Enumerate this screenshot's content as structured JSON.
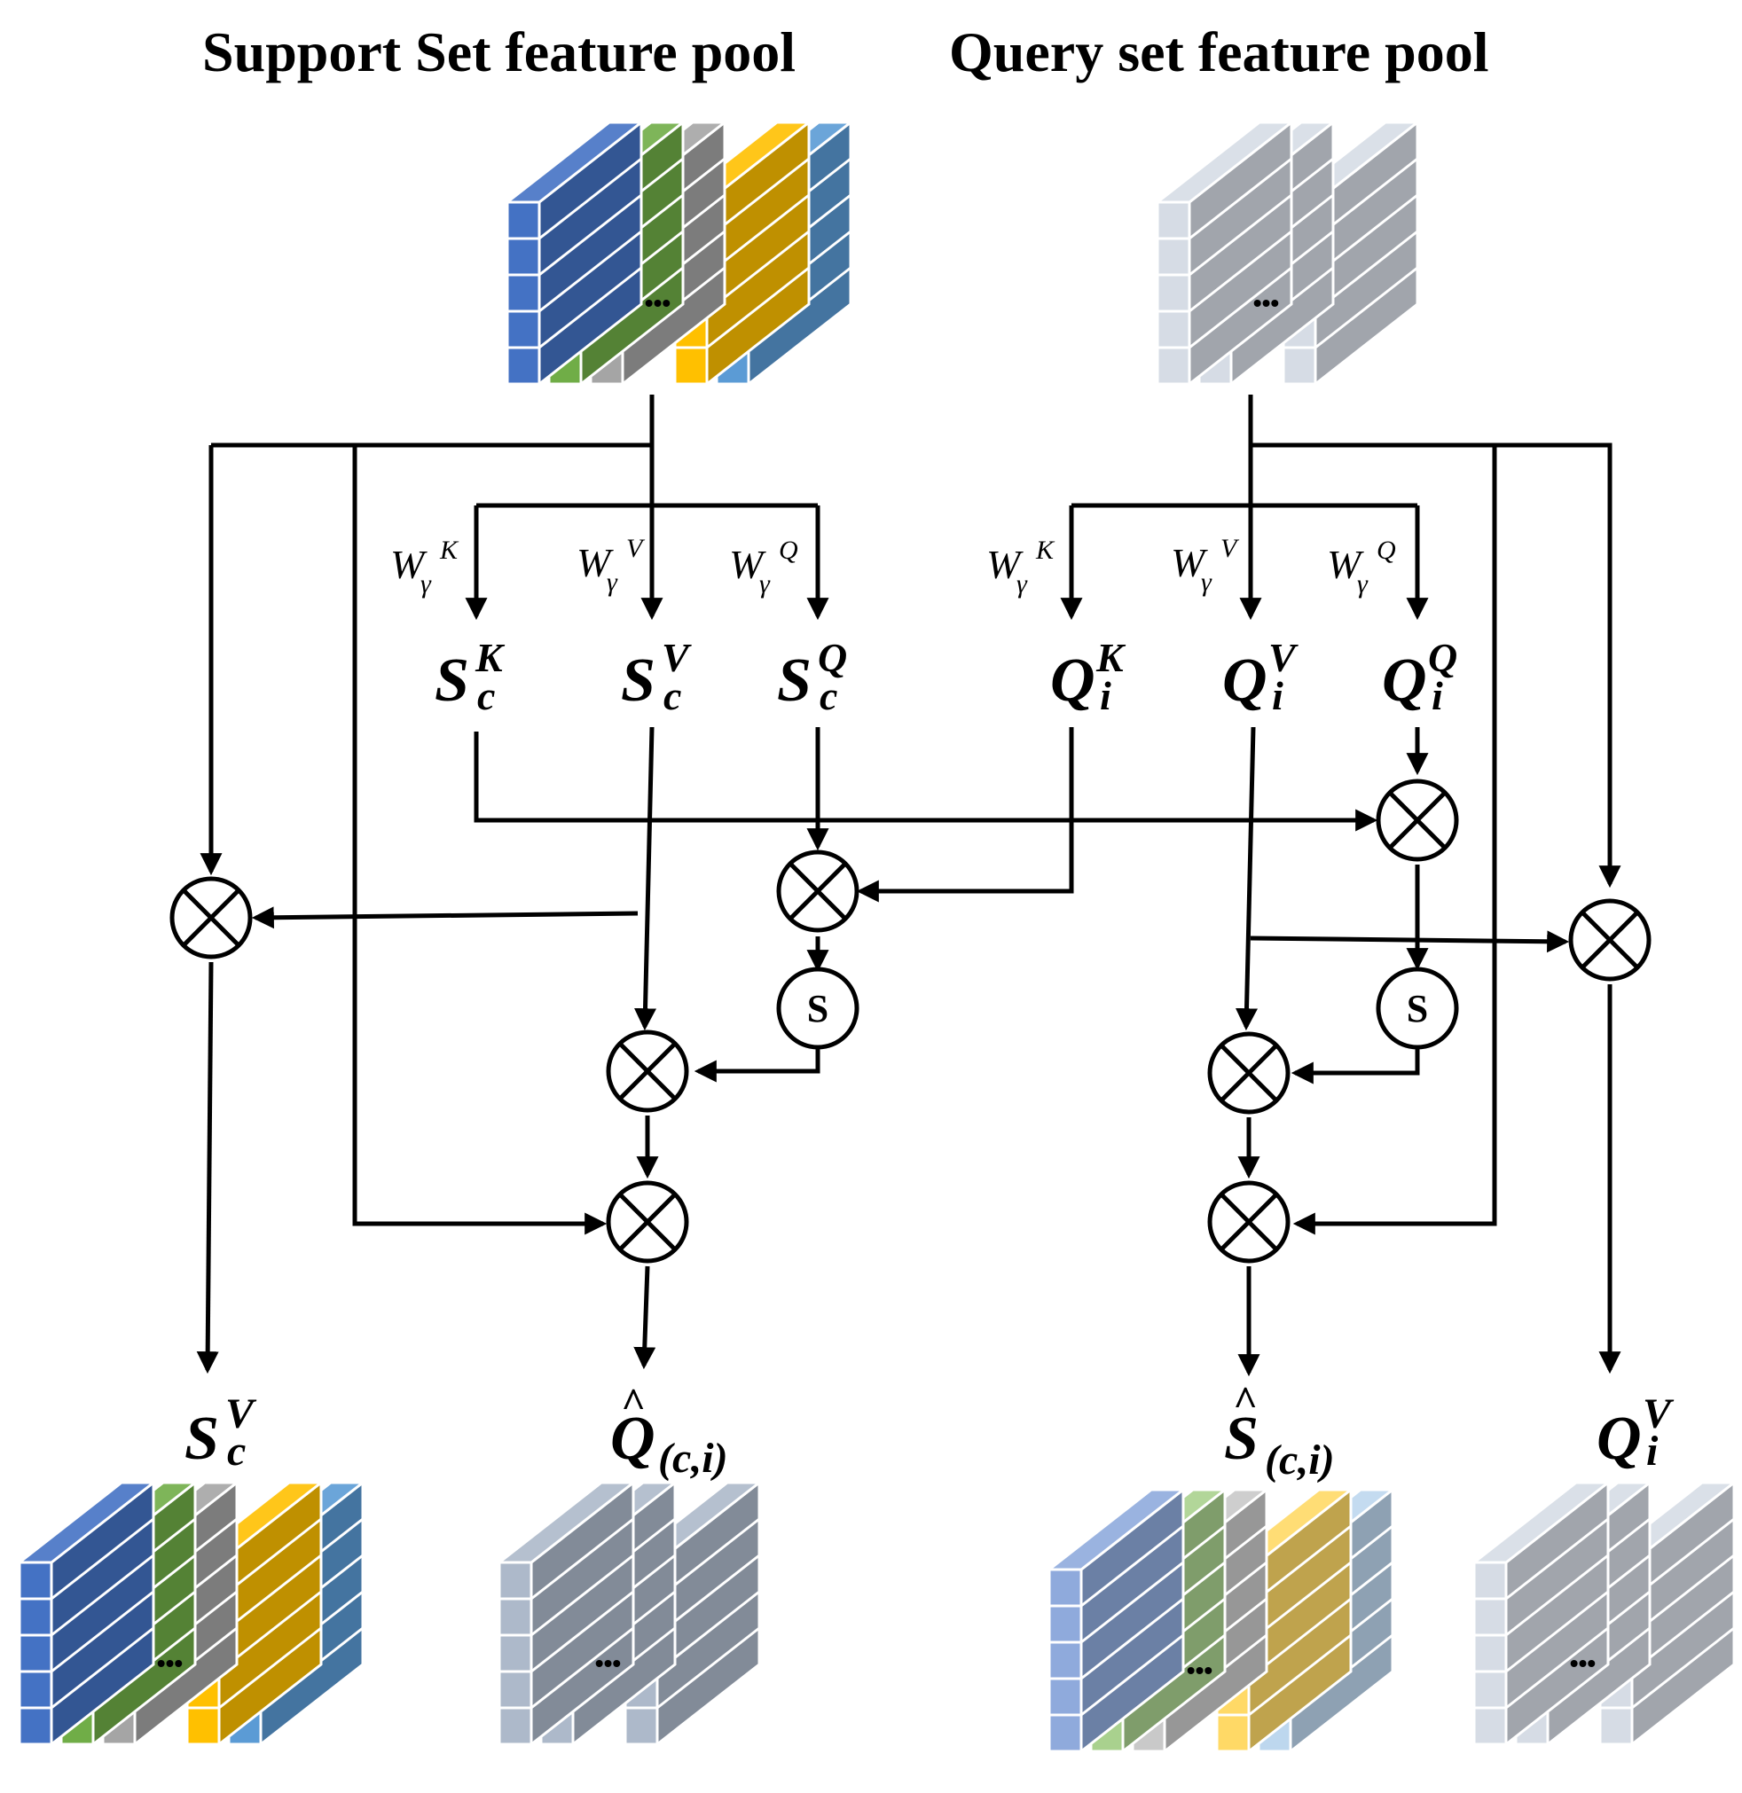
{
  "titles": {
    "support": "Support Set feature pool",
    "query": "Query set feature pool"
  },
  "weights": {
    "letter": "W",
    "subscript": "γ",
    "key": "K",
    "value": "V",
    "query": "Q"
  },
  "intermediate": {
    "support_letter": "S",
    "query_letter": "Q",
    "support_sub": "c",
    "query_sub": "i",
    "key": "K",
    "value": "V",
    "query": "Q"
  },
  "operators": {
    "multiply_symbol": "⊗",
    "softmax_label": "S"
  },
  "outputs": {
    "support_value": {
      "letter": "S",
      "sup": "V",
      "sub": "c"
    },
    "q_hat": {
      "letter": "Q",
      "hat": "^",
      "sub": "(c,i)"
    },
    "s_hat": {
      "letter": "S",
      "hat": "^",
      "sub": "(c,i)"
    },
    "query_value": {
      "letter": "Q",
      "sup": "V",
      "sub": "i"
    }
  },
  "feature_pools": {
    "ellipsis": "•••",
    "support_colors": [
      "#4472c4",
      "#70ad47",
      "#a5a5a5",
      "#ffc000",
      "#5b9bd5"
    ],
    "query_colors": [
      "#d6dce5",
      "#d6dce5",
      "#d6dce5"
    ],
    "q_hat_colors": [
      "#adb9ca",
      "#adb9ca",
      "#adb9ca"
    ],
    "s_hat_colors": [
      "#8faadc",
      "#a9d18e",
      "#c9c9c9",
      "#ffd966",
      "#bdd7ee"
    ]
  }
}
